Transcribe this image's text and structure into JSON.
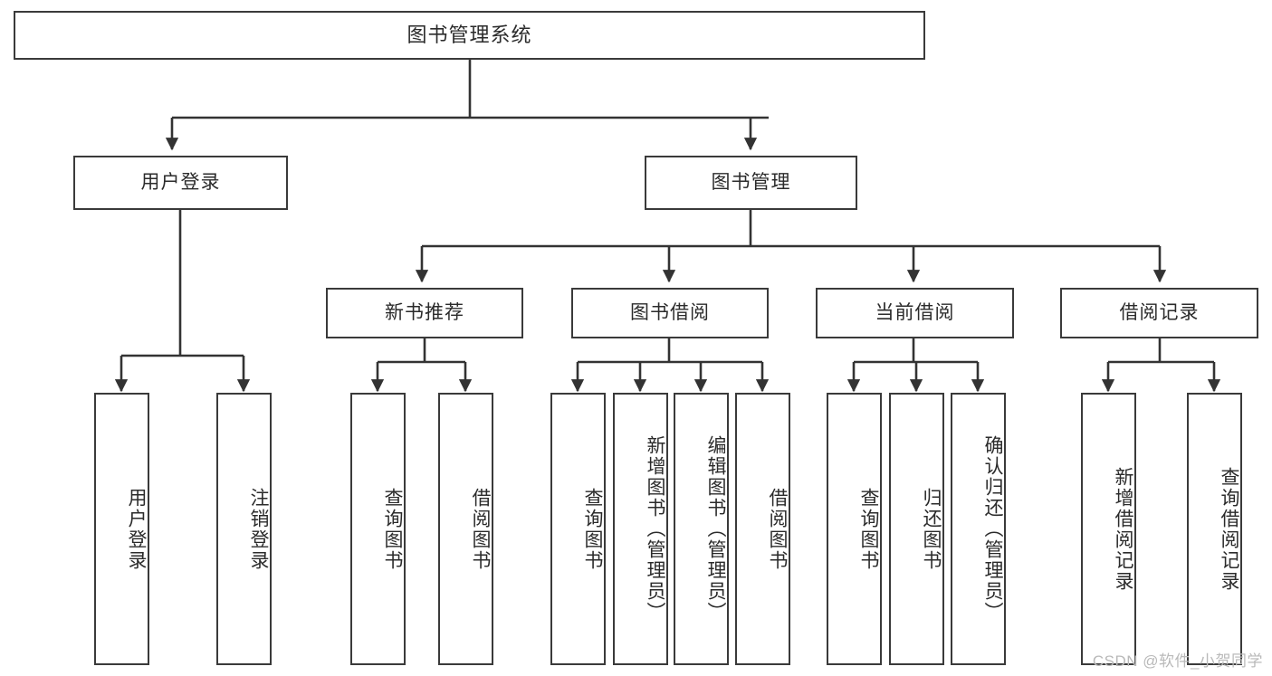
{
  "diagram": {
    "title": "图书管理系统",
    "watermark": "CSDN @软件_小贺同学",
    "colors": {
      "box_border": "#3a3a3a",
      "box_fill": "#ffffff",
      "connector": "#333333",
      "text": "#2b2b2b",
      "watermark": "#b9b9b9",
      "background": "#ffffff"
    },
    "nodes": {
      "root": {
        "label": "图书管理系统",
        "level": 0,
        "orientation": "horizontal"
      },
      "user_login": {
        "label": "用户登录",
        "level": 1,
        "orientation": "horizontal"
      },
      "book_manage": {
        "label": "图书管理",
        "level": 1,
        "orientation": "horizontal"
      },
      "new_book_rec": {
        "label": "新书推荐",
        "level": 2,
        "orientation": "horizontal"
      },
      "book_borrow": {
        "label": "图书借阅",
        "level": 2,
        "orientation": "horizontal"
      },
      "current_borrow": {
        "label": "当前借阅",
        "level": 2,
        "orientation": "horizontal"
      },
      "borrow_record": {
        "label": "借阅记录",
        "level": 2,
        "orientation": "horizontal"
      },
      "leaf_user_login": {
        "label": "用户登录",
        "level": 3,
        "orientation": "vertical"
      },
      "leaf_logout": {
        "label": "注销登录",
        "level": 3,
        "orientation": "vertical"
      },
      "leaf_query_book_1": {
        "label": "查询图书",
        "level": 3,
        "orientation": "vertical"
      },
      "leaf_borrow_book_1": {
        "label": "借阅图书",
        "level": 3,
        "orientation": "vertical"
      },
      "leaf_query_book_2": {
        "label": "查询图书",
        "level": 3,
        "orientation": "vertical"
      },
      "leaf_add_book": {
        "label": "新增图书（管理员）",
        "level": 3,
        "orientation": "vertical"
      },
      "leaf_edit_book": {
        "label": "编辑图书（管理员）",
        "level": 3,
        "orientation": "vertical"
      },
      "leaf_borrow_book_2": {
        "label": "借阅图书",
        "level": 3,
        "orientation": "vertical"
      },
      "leaf_query_book_3": {
        "label": "查询图书",
        "level": 3,
        "orientation": "vertical"
      },
      "leaf_return_book": {
        "label": "归还图书",
        "level": 3,
        "orientation": "vertical"
      },
      "leaf_confirm_return": {
        "label": "确认归还（管理员）",
        "level": 3,
        "orientation": "vertical"
      },
      "leaf_add_record": {
        "label": "新增借阅记录",
        "level": 3,
        "orientation": "vertical"
      },
      "leaf_query_record": {
        "label": "查询借阅记录",
        "level": 3,
        "orientation": "vertical"
      }
    },
    "edges": [
      {
        "from": "root",
        "to": "user_login"
      },
      {
        "from": "root",
        "to": "book_manage"
      },
      {
        "from": "book_manage",
        "to": "new_book_rec"
      },
      {
        "from": "book_manage",
        "to": "book_borrow"
      },
      {
        "from": "book_manage",
        "to": "current_borrow"
      },
      {
        "from": "book_manage",
        "to": "borrow_record"
      },
      {
        "from": "user_login",
        "to": "leaf_user_login"
      },
      {
        "from": "user_login",
        "to": "leaf_logout"
      },
      {
        "from": "new_book_rec",
        "to": "leaf_query_book_1"
      },
      {
        "from": "new_book_rec",
        "to": "leaf_borrow_book_1"
      },
      {
        "from": "book_borrow",
        "to": "leaf_query_book_2"
      },
      {
        "from": "book_borrow",
        "to": "leaf_add_book"
      },
      {
        "from": "book_borrow",
        "to": "leaf_edit_book"
      },
      {
        "from": "book_borrow",
        "to": "leaf_borrow_book_2"
      },
      {
        "from": "current_borrow",
        "to": "leaf_query_book_3"
      },
      {
        "from": "current_borrow",
        "to": "leaf_return_book"
      },
      {
        "from": "current_borrow",
        "to": "leaf_confirm_return"
      },
      {
        "from": "borrow_record",
        "to": "leaf_add_record"
      },
      {
        "from": "borrow_record",
        "to": "leaf_query_record"
      }
    ]
  }
}
